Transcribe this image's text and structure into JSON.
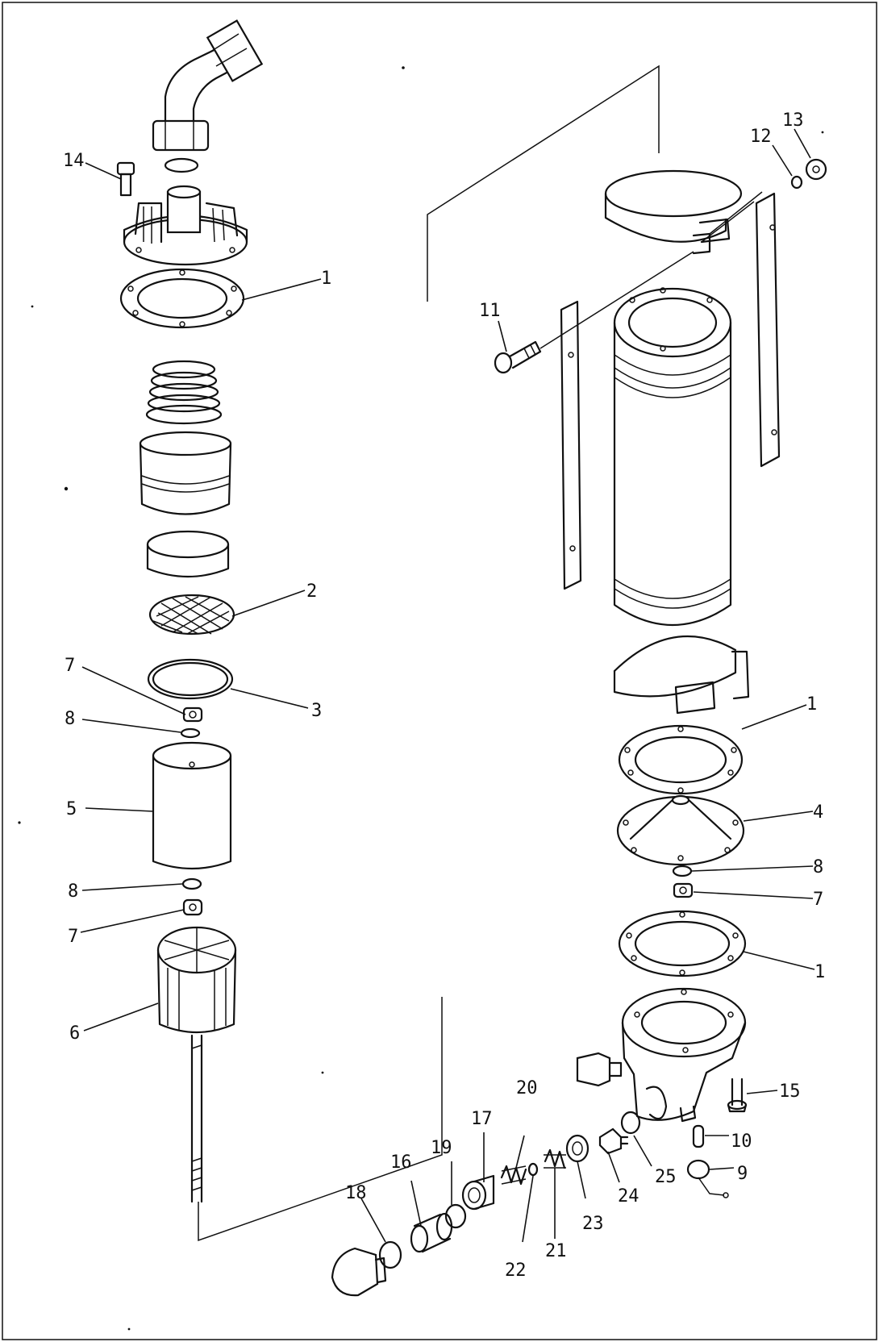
{
  "diagram": {
    "callouts": [
      {
        "id": "c14",
        "label": "14"
      },
      {
        "id": "c1a",
        "label": "1"
      },
      {
        "id": "c2",
        "label": "2"
      },
      {
        "id": "c3",
        "label": "3"
      },
      {
        "id": "c7a",
        "label": "7"
      },
      {
        "id": "c8a",
        "label": "8"
      },
      {
        "id": "c5",
        "label": "5"
      },
      {
        "id": "c8b",
        "label": "8"
      },
      {
        "id": "c7b",
        "label": "7"
      },
      {
        "id": "c6",
        "label": "6"
      },
      {
        "id": "c13",
        "label": "13"
      },
      {
        "id": "c12",
        "label": "12"
      },
      {
        "id": "c11",
        "label": "11"
      },
      {
        "id": "c1b",
        "label": "1"
      },
      {
        "id": "c4",
        "label": "4"
      },
      {
        "id": "c8c",
        "label": "8"
      },
      {
        "id": "c7c",
        "label": "7"
      },
      {
        "id": "c1c",
        "label": "1"
      },
      {
        "id": "c15",
        "label": "15"
      },
      {
        "id": "c20",
        "label": "20"
      },
      {
        "id": "c17",
        "label": "17"
      },
      {
        "id": "c10",
        "label": "10"
      },
      {
        "id": "c19",
        "label": "19"
      },
      {
        "id": "c16",
        "label": "16"
      },
      {
        "id": "c25",
        "label": "25"
      },
      {
        "id": "c9",
        "label": "9"
      },
      {
        "id": "c18",
        "label": "18"
      },
      {
        "id": "c24",
        "label": "24"
      },
      {
        "id": "c23",
        "label": "23"
      },
      {
        "id": "c21",
        "label": "21"
      },
      {
        "id": "c22",
        "label": "22"
      }
    ]
  }
}
